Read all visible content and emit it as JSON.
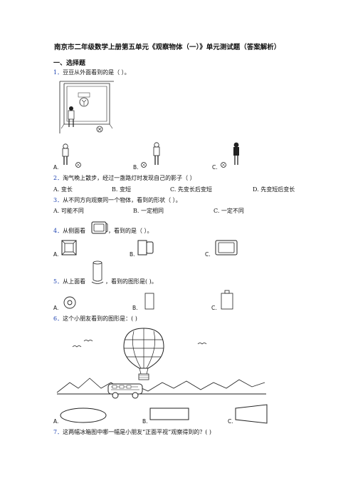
{
  "title": "南京市二年级数学上册第五单元《观察物体（一）》单元测试题（答案解析）",
  "section1": "一、选择题",
  "q1": {
    "num": "1．",
    "text": "豆豆从外面看到的是（    ）。",
    "options": [
      "A.",
      "B.",
      "C."
    ]
  },
  "q2": {
    "num": "2．",
    "text": "淘气晚上散步，经过一盏路灯时发现自己的影子（    ）",
    "options": [
      "A. 变长",
      "B. 变短",
      "C. 先变长后变短",
      "D. 先变短后变长"
    ]
  },
  "q3": {
    "num": "3．",
    "text": "从不同方向观察同一个物体，看到的形状（    ）。",
    "options": [
      "A. 可能不同",
      "B. 一定相同",
      "C. 一定不同"
    ]
  },
  "q4": {
    "num": "4．",
    "text_a": "从侧面看",
    "text_b": "，看到的是（    ）。",
    "options": [
      "A.",
      "B.",
      "C."
    ]
  },
  "q5": {
    "num": "5．",
    "text_a": "从上面看",
    "text_b": "，看到的图形是(    )。",
    "options": [
      "A.",
      "B.",
      "C."
    ]
  },
  "q6": {
    "num": "6．",
    "text": "这个小朋友看到的图形是：(    )",
    "options": [
      "A.",
      "B.",
      "C."
    ]
  },
  "q7": {
    "num": "7．",
    "text": "这两幅冰箱图中哪一幅是小朋友“正面平视”观察得到的？(    )"
  }
}
